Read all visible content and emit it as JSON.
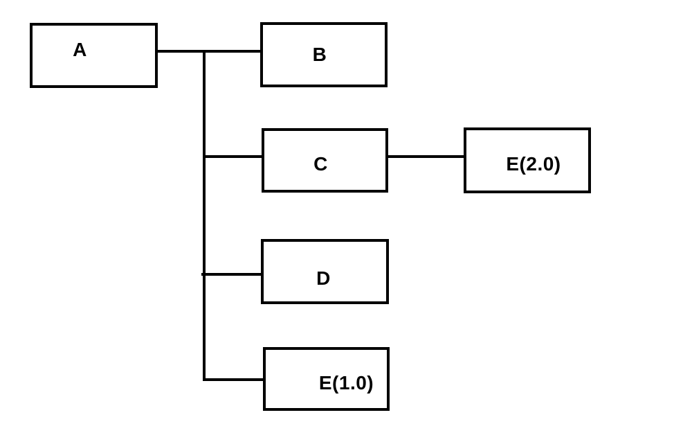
{
  "diagram": {
    "type": "tree",
    "background_color": "#ffffff",
    "line_color": "#000000",
    "text_color": "#000000",
    "nodes": [
      {
        "id": "A",
        "label": "A"
      },
      {
        "id": "B",
        "label": "B"
      },
      {
        "id": "C",
        "label": "C"
      },
      {
        "id": "E2",
        "label": "E(2.0)"
      },
      {
        "id": "D",
        "label": "D"
      },
      {
        "id": "E1",
        "label": "E(1.0)"
      }
    ],
    "edges": [
      {
        "from": "A",
        "to": "B"
      },
      {
        "from": "A",
        "to": "C"
      },
      {
        "from": "A",
        "to": "D"
      },
      {
        "from": "A",
        "to": "E1"
      },
      {
        "from": "C",
        "to": "E2"
      }
    ]
  }
}
